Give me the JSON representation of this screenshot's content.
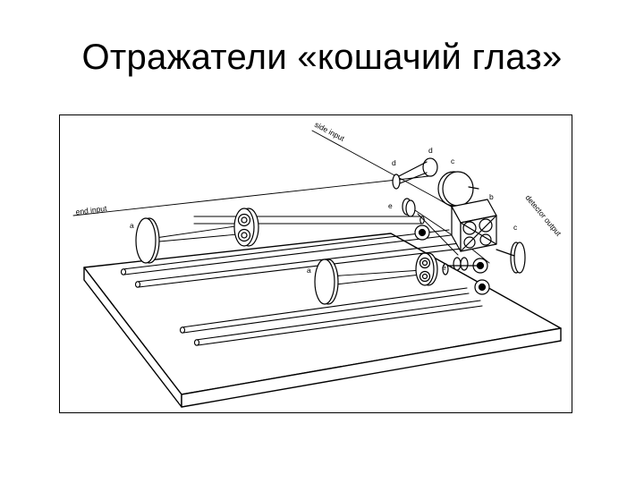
{
  "slide": {
    "title": "Отражатели «кошачий глаз»"
  },
  "figure": {
    "labels": {
      "side_input": "side input",
      "end_input": "end input",
      "detector_output": "detector output",
      "a": "a",
      "b": "b",
      "c": "c",
      "d": "d",
      "e": "e"
    }
  }
}
